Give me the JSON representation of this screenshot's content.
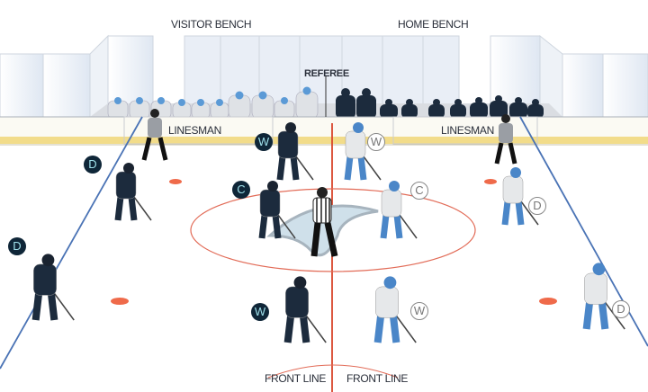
{
  "labels": {
    "visitor_bench": "VISITOR BENCH",
    "home_bench": "HOME BENCH",
    "referee": "REFEREE",
    "linesman_left": "LINESMAN",
    "linesman_right": "LINESMAN",
    "front_line_left": "FRONT LINE",
    "front_line_right": "FRONT LINE"
  },
  "visitor_players": [
    {
      "position": "D"
    },
    {
      "position": "W"
    },
    {
      "position": "C"
    },
    {
      "position": "D"
    },
    {
      "position": "W"
    }
  ],
  "home_players": [
    {
      "position": "W"
    },
    {
      "position": "C"
    },
    {
      "position": "D"
    },
    {
      "position": "W"
    },
    {
      "position": "D"
    }
  ],
  "colors": {
    "visitor_jersey": "#1c2b3d",
    "home_jersey": "#e6e8ea",
    "home_accent": "#4a86c8",
    "red_line": "#d9452b",
    "blue_line": "#4a73b5",
    "board_stripe": "#f2dc8a",
    "faceoff_dot": "#ef6a4a"
  }
}
